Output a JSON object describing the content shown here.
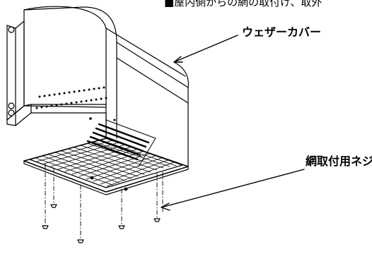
{
  "title": "■屋内側からの網の取付け、取外",
  "labels": {
    "weather_cover": "ウェザーカバー",
    "mounting_screw": "網取付用ネジ"
  },
  "colors": {
    "line": "#000000",
    "background": "#ffffff"
  }
}
